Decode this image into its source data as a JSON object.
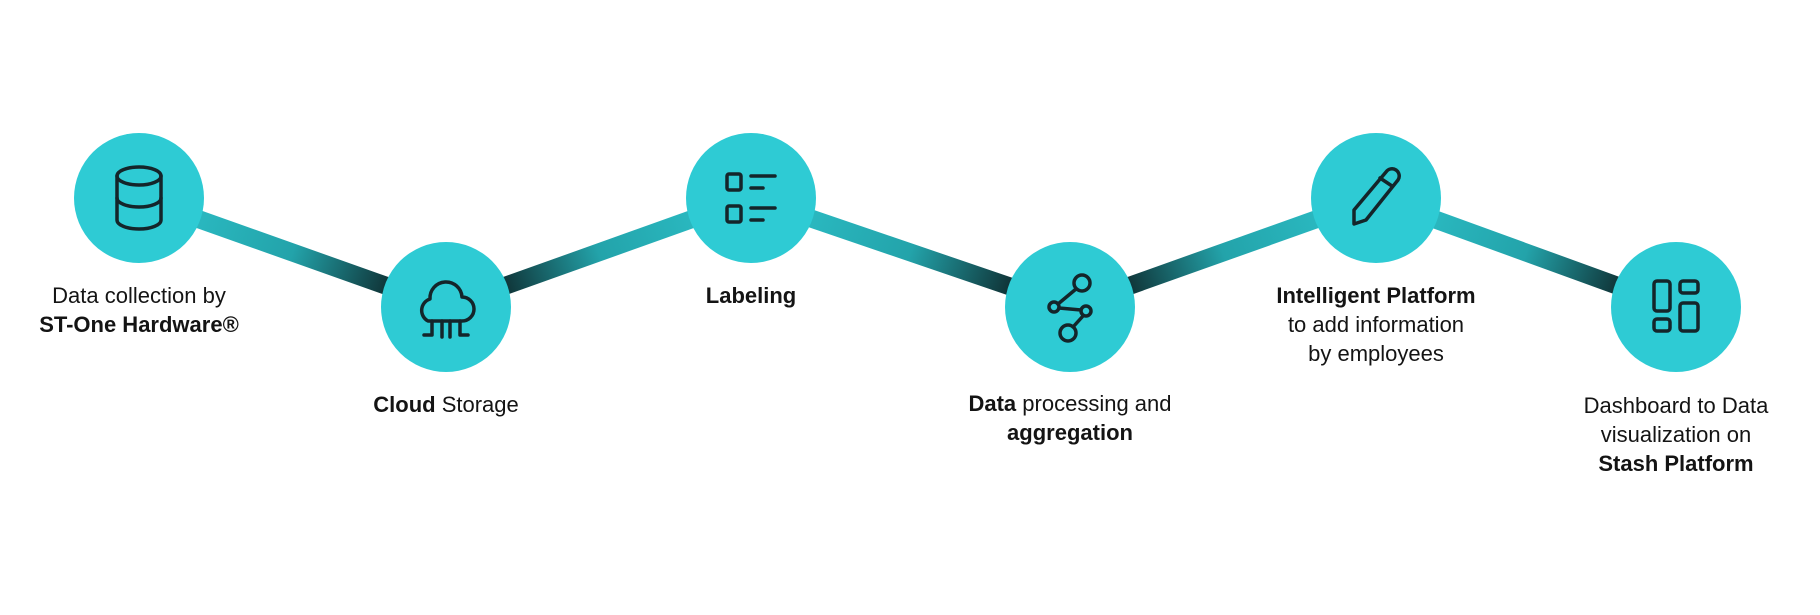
{
  "colors": {
    "circle": "#2ecbd4",
    "connector_light": "#2ec4cc",
    "connector_dark": "#0d2629",
    "icon_stroke": "#14252a",
    "text": "#141414"
  },
  "steps": [
    {
      "icon": "database-icon",
      "lines": [
        [
          {
            "t": "Data collection by",
            "b": false
          }
        ],
        [
          {
            "t": "ST-One Hardware®",
            "b": true
          }
        ]
      ]
    },
    {
      "icon": "cloud-network-icon",
      "lines": [
        [
          {
            "t": "Cloud",
            "b": true
          },
          {
            "t": " Storage",
            "b": false
          }
        ]
      ]
    },
    {
      "icon": "checklist-icon",
      "lines": [
        [
          {
            "t": "Labeling",
            "b": true
          }
        ]
      ]
    },
    {
      "icon": "share-nodes-icon",
      "lines": [
        [
          {
            "t": "Data",
            "b": true
          },
          {
            "t": " processing and",
            "b": false
          }
        ],
        [
          {
            "t": "aggregation",
            "b": true
          }
        ]
      ]
    },
    {
      "icon": "pencil-icon",
      "lines": [
        [
          {
            "t": "Intelligent Platform",
            "b": true
          }
        ],
        [
          {
            "t": "to add information",
            "b": false
          }
        ],
        [
          {
            "t": "by employees",
            "b": false
          }
        ]
      ]
    },
    {
      "icon": "dashboard-icon",
      "lines": [
        [
          {
            "t": "Dashboard to Data",
            "b": false
          }
        ],
        [
          {
            "t": "visualization on",
            "b": false
          }
        ],
        [
          {
            "t": "Stash Platform",
            "b": true
          }
        ]
      ]
    }
  ]
}
